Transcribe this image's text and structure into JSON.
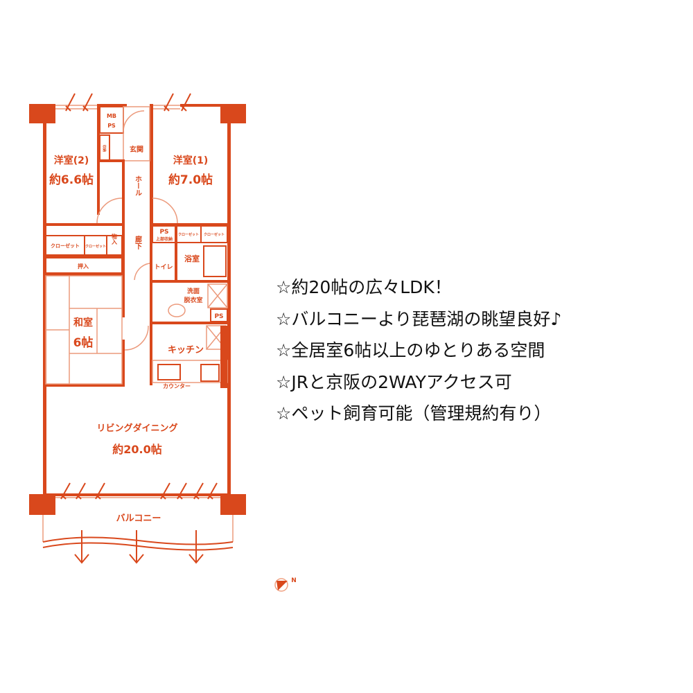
{
  "floor_plan": {
    "rooms": {
      "western2_name": "洋室(2)",
      "western2_size": "約6.6帖",
      "western1_name": "洋室(1)",
      "western1_size": "約7.0帖",
      "mbps": "MB",
      "mbps2": "PS",
      "entrance": "玄関",
      "shoe": "収納",
      "hall": "ホール",
      "corridor": "廊下",
      "closet_a": "クローゼット",
      "closet_b": "クローゼット",
      "closet_c": "クローゼット",
      "closet_d": "クローゼット",
      "storage": "物入",
      "oshiire": "押入",
      "ps_toilet": "PS",
      "upper_storage": "上部収納",
      "toilet": "トイレ",
      "bath": "浴室",
      "washroom1": "洗面",
      "washroom2": "脱衣室",
      "ps_wash": "PS",
      "japanese_name": "和室",
      "japanese_size": "6帖",
      "kitchen": "キッチン",
      "counter": "カウンター",
      "living_name": "リビングダイニング",
      "living_size": "約20.0帖",
      "balcony": "バルコニー"
    },
    "compass": "N",
    "accent_color": "#d9481c"
  },
  "features": [
    "☆約20帖の広々LDK！",
    "☆バルコニーより琵琶湖の眺望良好♪",
    "☆全居室6帖以上のゆとりある空間",
    "☆JRと京阪の2WAYアクセス可",
    "☆ペット飼育可能（管理規約有り）"
  ]
}
